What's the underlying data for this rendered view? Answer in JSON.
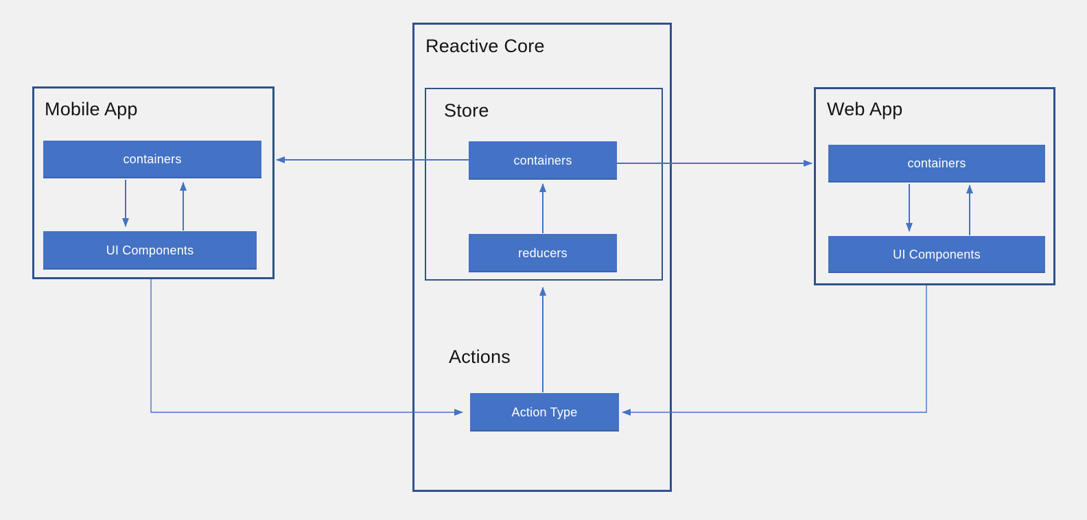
{
  "diagram": {
    "reactive_core": {
      "title": "Reactive Core"
    },
    "mobile_app": {
      "title": "Mobile App",
      "containers_label": "containers",
      "ui_components_label": "UI Components"
    },
    "store": {
      "title": "Store",
      "containers_label": "containers",
      "reducers_label": "reducers"
    },
    "web_app": {
      "title": "Web App",
      "containers_label": "containers",
      "ui_components_label": "UI Components"
    },
    "actions": {
      "title": "Actions",
      "action_type_label": "Action Type"
    },
    "edges": [
      {
        "from": "store.containers",
        "to": "mobile_app.containers"
      },
      {
        "from": "store.containers",
        "to": "web_app.containers"
      },
      {
        "from": "mobile_app.containers",
        "to": "mobile_app.ui_components"
      },
      {
        "from": "mobile_app.ui_components",
        "to": "mobile_app.containers"
      },
      {
        "from": "web_app.containers",
        "to": "web_app.ui_components"
      },
      {
        "from": "web_app.ui_components",
        "to": "web_app.containers"
      },
      {
        "from": "store.reducers",
        "to": "store.containers"
      },
      {
        "from": "actions.action_type",
        "to": "store.reducers"
      },
      {
        "from": "mobile_app.ui_components",
        "to": "actions.action_type"
      },
      {
        "from": "web_app.ui_components",
        "to": "actions.action_type"
      }
    ]
  },
  "colors": {
    "background": "#F1F1F2",
    "frame_border": "#30518A",
    "node_fill": "#4472C4",
    "node_text": "#FFFFFF",
    "title_text": "#141414",
    "connector": "#4472C4"
  }
}
